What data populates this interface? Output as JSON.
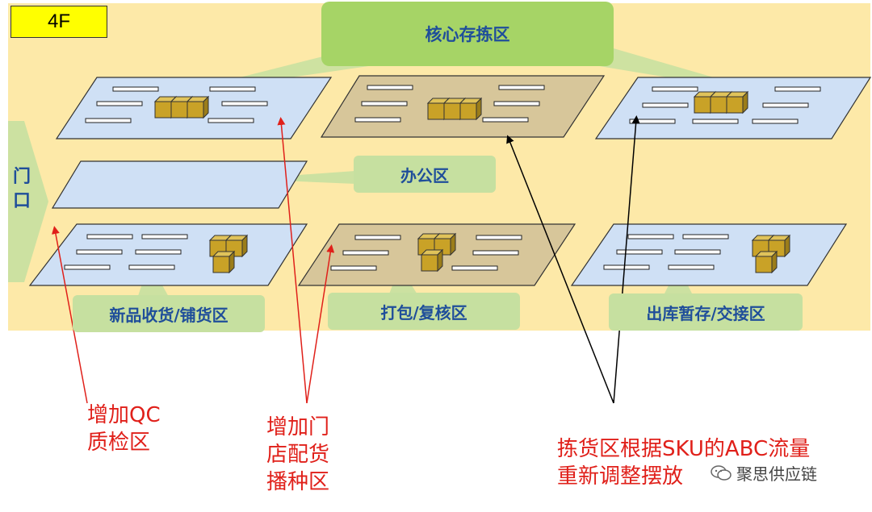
{
  "floor": "4F",
  "door": "门口",
  "zones": {
    "core": "核心存拣区",
    "office": "办公区",
    "receiving": "新品收货/铺货区",
    "packing": "打包/复核区",
    "outbound": "出库暂存/交接区"
  },
  "annotations": {
    "qc": "增加QC\n质检区",
    "store": "增加门\n店配货\n播种区",
    "abc": "拣货区根据SKU的ABC流量\n重新调整摆放"
  },
  "watermark": "聚思供应链",
  "colors": {
    "floor_bg": "#fde9a8",
    "platform_blue": "#cfe0f5",
    "platform_tan": "#d7c69a",
    "zone_green": "#c6e0a0",
    "core_green": "#a6d466",
    "box": "#c9a227",
    "annotation_red": "#e0201a",
    "label_blue": "#1f4e9a"
  }
}
